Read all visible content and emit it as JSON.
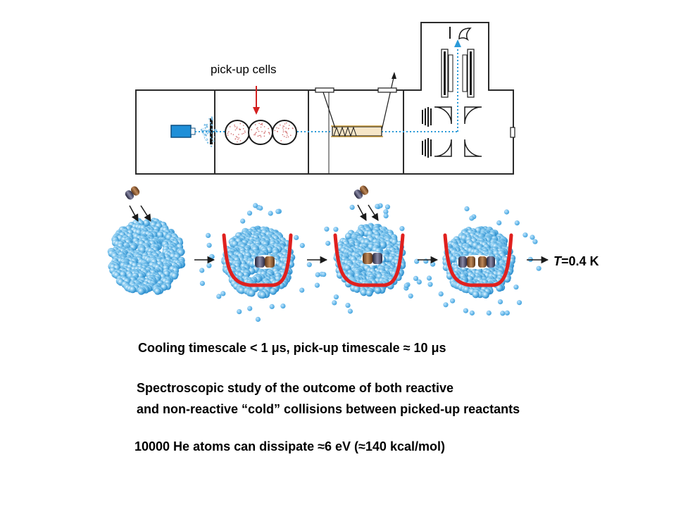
{
  "apparatus": {
    "pickup_label": "pick-up cells"
  },
  "droplets": {
    "temperature_symbol": "T",
    "temperature_value": "=0.4 K"
  },
  "text_block": {
    "cooling_line": "Cooling timescale < 1 μs, pick-up timescale ≈ 10 μs",
    "spectro_line_1": "Spectroscopic study of the outcome of both reactive",
    "spectro_line_2": "and non-reactive “cold” collisions between picked-up reactants",
    "dissipate_line": "10000 He atoms can dissipate  ≈6 eV  (≈140 kcal/mol)"
  },
  "colors": {
    "helium_blue": "#5ab4e6",
    "helium_dark": "#2a8ccc",
    "potential_red": "#e0201e",
    "arrow_red": "#d42020",
    "source_blue": "#1f8fd8",
    "beam_dotted": "#2a9ad8",
    "cell_dots": "#d27070",
    "molecule_dark": "#3a3a5a",
    "molecule_brown": "#8a5a30"
  },
  "icons": [
    "molecule-icon",
    "droplet-icon",
    "potential-well-icon",
    "arrow-icon"
  ]
}
